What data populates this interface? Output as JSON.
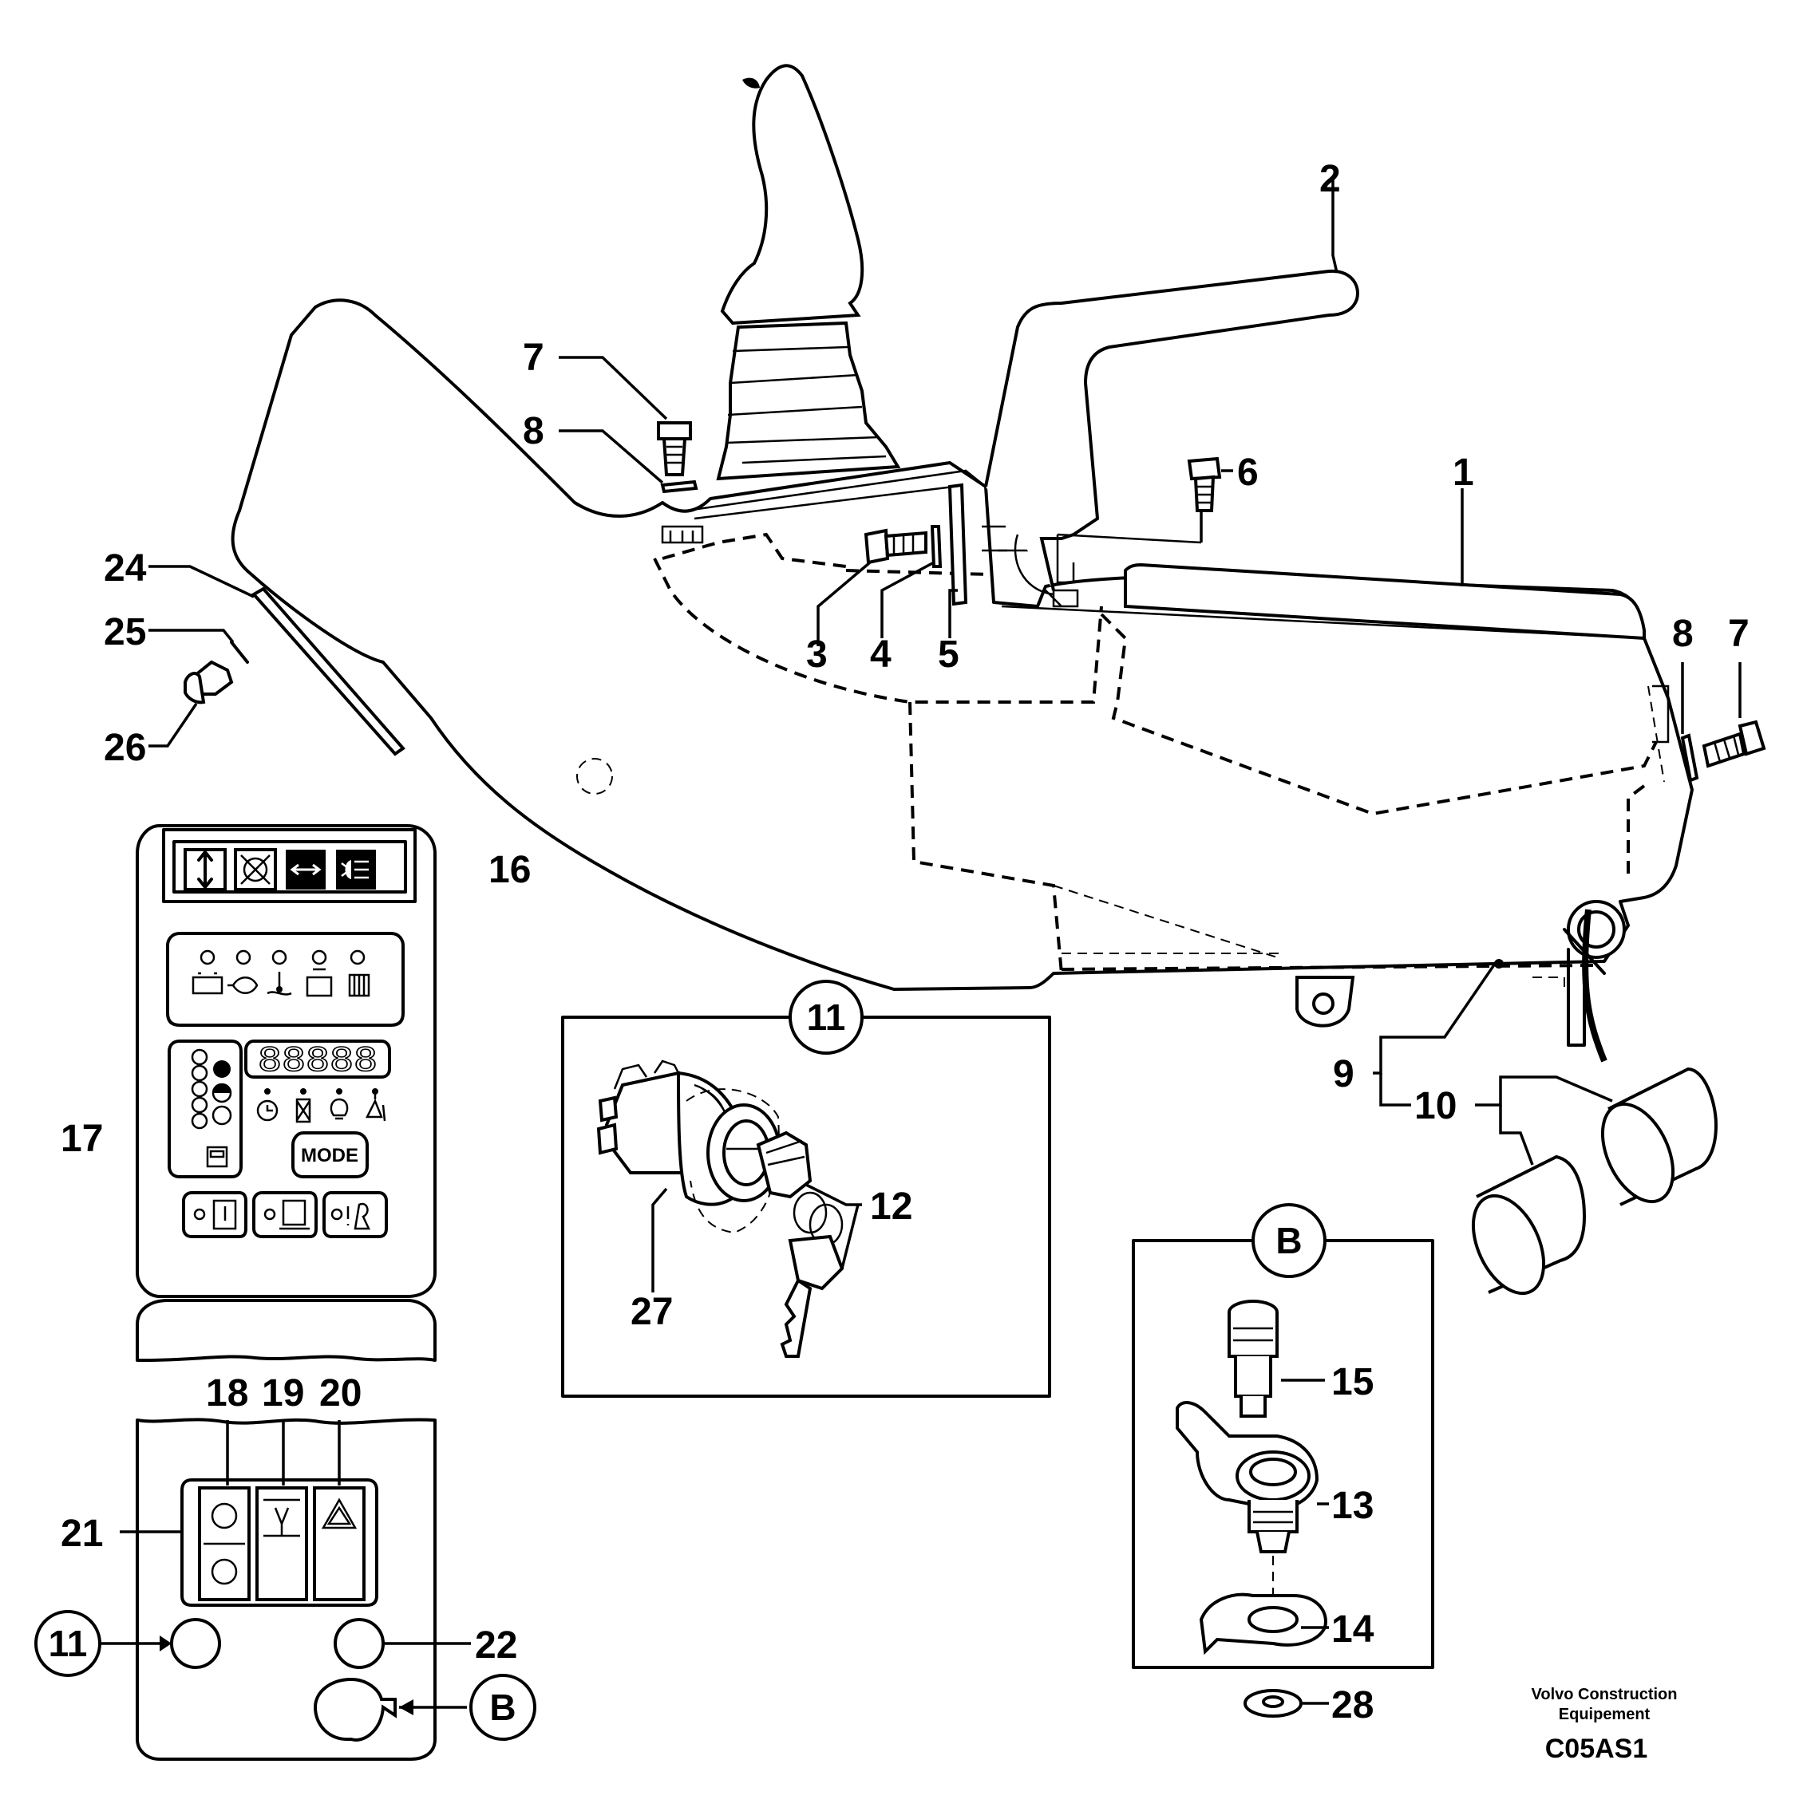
{
  "callouts": {
    "c1": "1",
    "c2": "2",
    "c3": "3",
    "c4": "4",
    "c5": "5",
    "c6": "6",
    "c7a": "7",
    "c7b": "7",
    "c8a": "8",
    "c8b": "8",
    "c9": "9",
    "c10": "10",
    "c11": "11",
    "c12": "12",
    "c13": "13",
    "c14": "14",
    "c15": "15",
    "c16": "16",
    "c17": "17",
    "c18": "18",
    "c19": "19",
    "c20": "20",
    "c21": "21",
    "c22": "22",
    "c24": "24",
    "c25": "25",
    "c26": "26",
    "c27": "27",
    "c28": "28"
  },
  "detail_labels": {
    "ignition_detail": "11",
    "ignition_ref": "11",
    "lock_detail": "B",
    "lock_ref": "B"
  },
  "display_panel": {
    "mode_button": "MODE",
    "segment_display": "88888"
  },
  "footer": {
    "brand_line1": "Volvo Construction",
    "brand_line2": "Equipement",
    "drawing_code": "C05AS1"
  }
}
